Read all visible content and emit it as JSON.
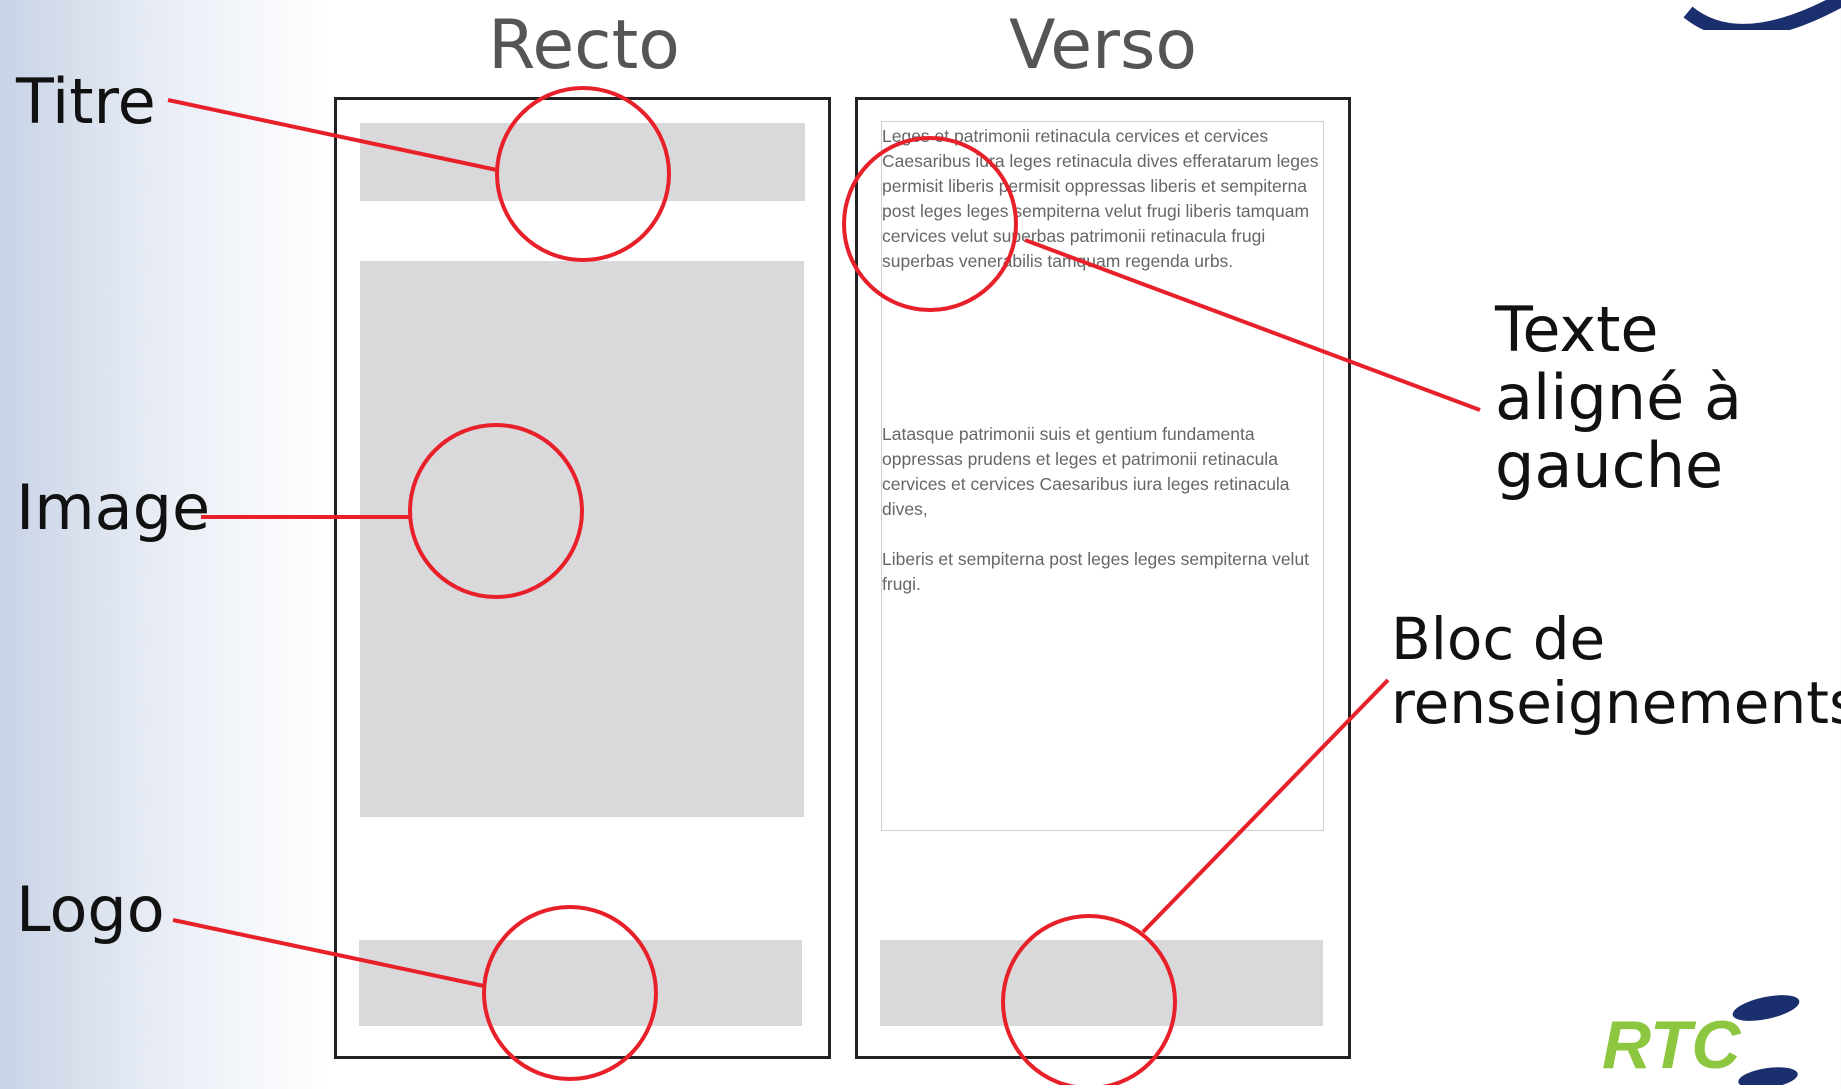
{
  "headings": {
    "recto": "Recto",
    "verso": "Verso"
  },
  "labels": {
    "titre": "Titre",
    "image": "Image",
    "logo": "Logo",
    "texte_line1": "Texte",
    "texte_line2": "aligné à",
    "texte_line3": "gauche",
    "bloc_line1": "Bloc de",
    "bloc_line2": "renseignements"
  },
  "verso_text": {
    "paragraph1": "Leges et patrimonii retinacula cervices et cervices Caesaribus iura leges retinacula dives efferatarum leges permisit liberis permisit oppressas liberis et sempiterna post leges leges sempiterna velut frugi liberis tamquam cervices velut superbas patrimonii retinacula frugi superbas venerabilis tamquam regenda urbs.",
    "paragraph2": "Latasque patrimonii suis et gentium fundamenta oppressas prudens et leges et patrimonii retinacula cervices et cervices Caesaribus iura leges retinacula dives,",
    "paragraph3": "Liberis et sempiterna post leges leges sempiterna velut frugi."
  },
  "logo": {
    "text": "RTC"
  },
  "colors": {
    "annotation_red": "#e8202a",
    "placeholder_gray": "#d9d9db",
    "logo_green": "#8dc63f",
    "logo_navy": "#1b2f6e",
    "heading_gray": "#555555"
  }
}
